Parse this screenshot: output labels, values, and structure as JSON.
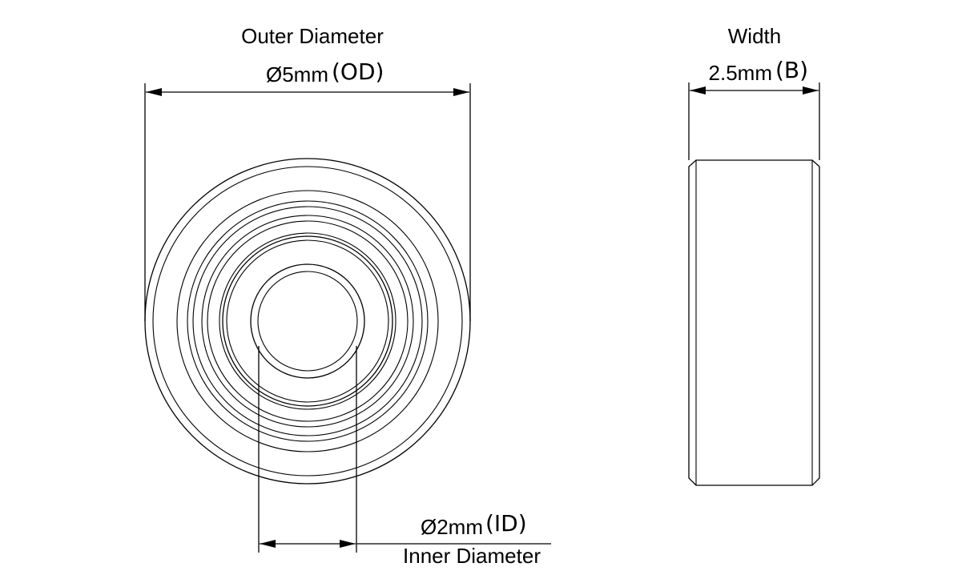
{
  "outer_diameter": {
    "title": "Outer Diameter",
    "value": "Ø5mm",
    "code": "(OD)"
  },
  "width": {
    "title": "Width",
    "value": "2.5mm",
    "code": "(B)"
  },
  "inner_diameter": {
    "title": "Inner Diameter",
    "value": "Ø2mm",
    "code": "(ID)"
  },
  "colors": {
    "line": "#000000",
    "background": "#ffffff"
  }
}
